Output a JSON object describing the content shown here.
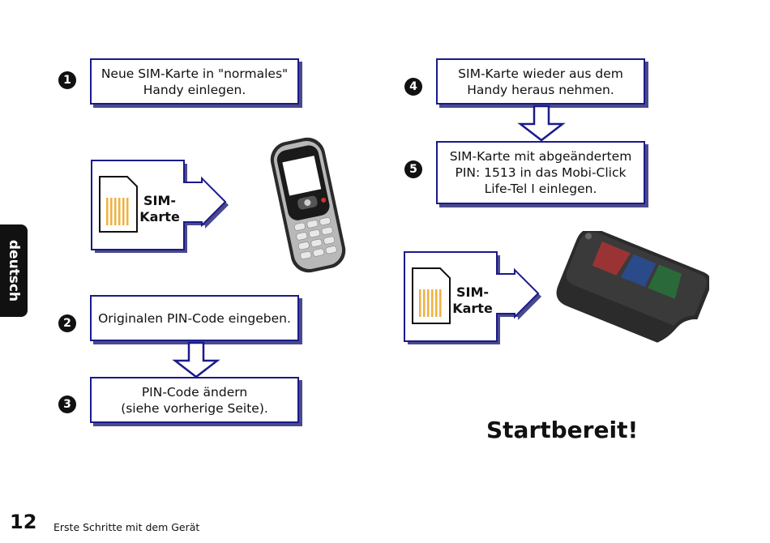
{
  "side_tab": "deutsch",
  "steps": [
    {
      "number": "1",
      "text_line1": "Neue SIM-Karte in \"normales\"",
      "text_line2": "Handy einlegen."
    },
    {
      "number": "2",
      "text_line1": "Originalen PIN-Code eingeben."
    },
    {
      "number": "3",
      "text_line1": "PIN-Code ändern",
      "text_line2": "(siehe vorherige Seite)."
    },
    {
      "number": "4",
      "text_line1": "SIM-Karte wieder aus dem",
      "text_line2": "Handy heraus nehmen."
    },
    {
      "number": "5",
      "text_line1": "SIM-Karte mit abgeändertem",
      "text_line2": "PIN: 1513 in das Mobi-Click",
      "text_line3": "Life-Tel I einlegen."
    }
  ],
  "sim_label_line1": "SIM-",
  "sim_label_line2": "Karte",
  "ready": "Startbereit!",
  "page_number": "12",
  "footer": "Erste Schritte mit dem Gerät",
  "colors": {
    "box_border": "#1a1a8c",
    "box_shadow": "#4a4a8a"
  }
}
